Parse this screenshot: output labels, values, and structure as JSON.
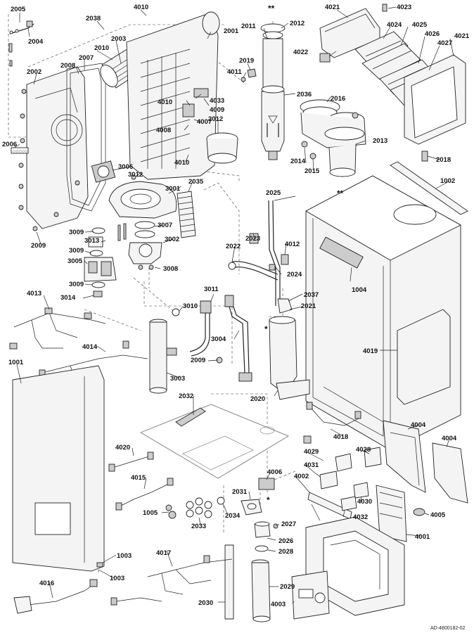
{
  "labels": [
    "2005",
    "2004",
    "2038",
    "4010",
    "2003",
    "2001",
    "2010",
    "2007",
    "2008",
    "2002",
    "2012",
    "2011",
    "2019",
    "4011",
    "2036",
    "4022",
    "4021",
    "4023",
    "4024",
    "4025",
    "4026",
    "4027",
    "4021",
    "2016",
    "2013",
    "4010",
    "4033",
    "4009",
    "4007",
    "4008",
    "2012",
    "4010",
    "2006",
    "3006",
    "3012",
    "3001",
    "2035",
    "2014",
    "2015",
    "2018",
    "1002",
    "2025",
    "2023",
    "2022",
    "4012",
    "2024",
    "1004",
    "2037",
    "2021",
    "3009",
    "3013",
    "3009",
    "3005",
    "3007",
    "3002",
    "3008",
    "3009",
    "2009",
    "4013",
    "3014",
    "3010",
    "3011",
    "3004",
    "4019",
    "4014",
    "2009",
    "3003",
    "2020",
    "1001",
    "2032",
    "4018",
    "4004",
    "4004",
    "4020",
    "4015",
    "4006",
    "4029",
    "4028",
    "4031",
    "4002",
    "4030",
    "4032",
    "4005",
    "4001",
    "2031",
    "1005",
    "2033",
    "2034",
    "2027",
    "2026",
    "2028",
    "1003",
    "4017",
    "1003",
    "2029",
    "4016",
    "2030",
    "4003"
  ],
  "stars": [
    "**",
    "**",
    "*",
    "*"
  ],
  "reference": "AD-4800182-02"
}
